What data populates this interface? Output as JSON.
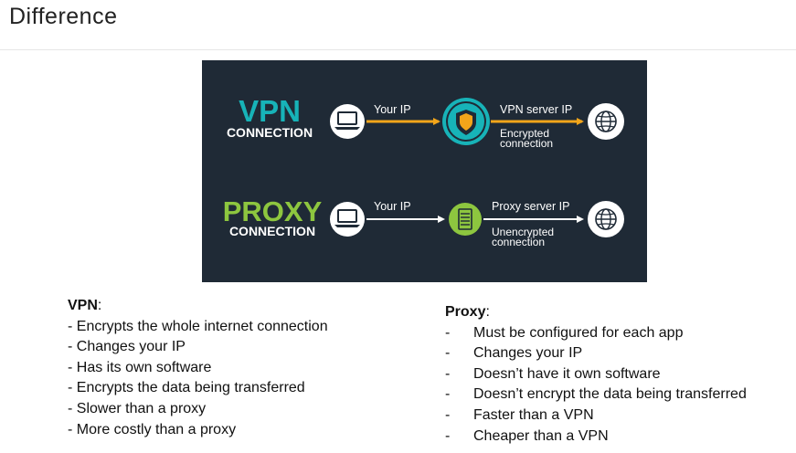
{
  "slide": {
    "title": "Difference"
  },
  "diagram": {
    "vpn": {
      "label_top": "VPN",
      "label_bottom": "CONNECTION",
      "source_icon": "laptop-icon",
      "your_ip": "Your IP",
      "server_icon": "shield-icon",
      "server_ip": "VPN server IP",
      "note_line1": "Encrypted",
      "note_line2": "connection",
      "dest_icon": "globe-icon",
      "accent": "#17b3b8",
      "line_color": "#f2a51a"
    },
    "proxy": {
      "label_top": "PROXY",
      "label_bottom": "CONNECTION",
      "source_icon": "laptop-icon",
      "your_ip": "Your IP",
      "server_icon": "server-icon",
      "server_ip": "Proxy server IP",
      "note_line1": "Unencrypted",
      "note_line2": "connection",
      "dest_icon": "globe-icon",
      "accent": "#8dc63f",
      "line_color": "#ffffff"
    }
  },
  "vpn_column": {
    "heading": "VPN",
    "heading_suffix": ":",
    "items": [
      "- Encrypts the whole internet connection",
      "- Changes your IP",
      "- Has its own software",
      "- Encrypts the data being transferred",
      "- Slower than a proxy",
      "- More costly than a proxy"
    ]
  },
  "proxy_column": {
    "heading": "Proxy",
    "heading_suffix": ":",
    "dash": "-",
    "items": [
      "Must be configured for each app",
      "Changes your IP",
      "Doesn’t have it own software",
      "Doesn’t encrypt the data being transferred",
      "Faster than a VPN",
      "Cheaper than a VPN"
    ]
  }
}
